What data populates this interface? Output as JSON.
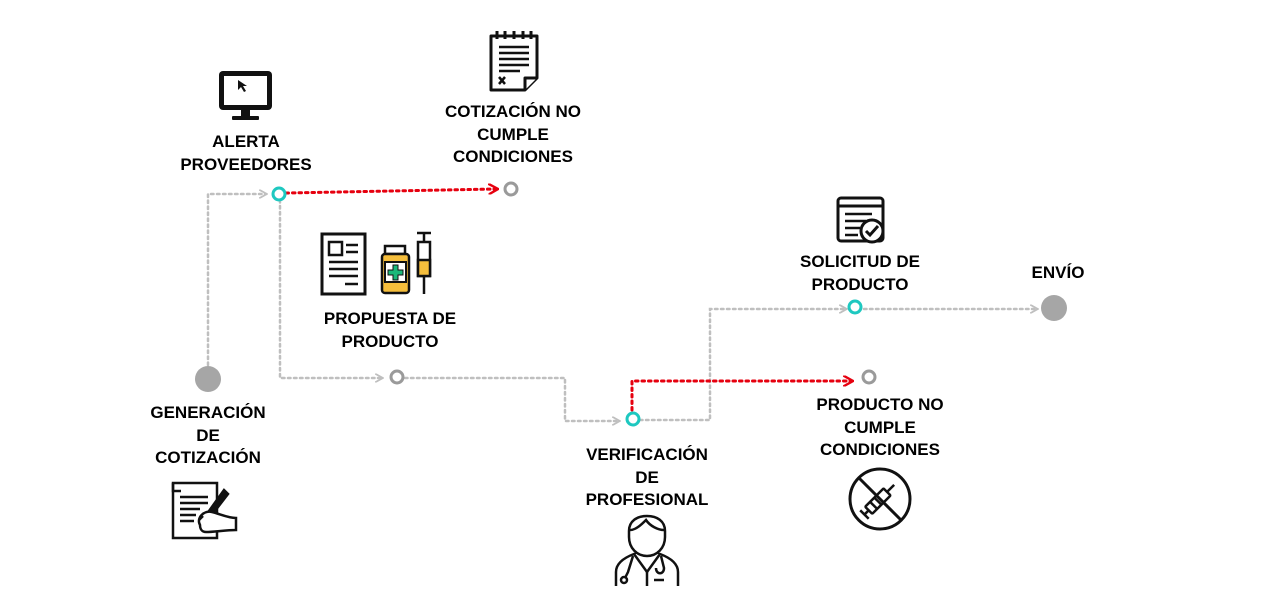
{
  "colors": {
    "flow_line": "#bfbfbf",
    "reject_line": "#e6000f",
    "active_node": "#1ec8c0",
    "pending_node": "#9a9a9a",
    "terminal_node": "#a6a6a6",
    "icon": "#111111",
    "vial_fill": "#f5be3c"
  },
  "nodes": {
    "generacion": {
      "lines": [
        "GENERACIÓN",
        "DE",
        "COTIZACIÓN"
      ],
      "icon": "document-signing-icon"
    },
    "alerta": {
      "lines": [
        "ALERTA",
        "PROVEEDORES"
      ],
      "icon": "monitor-cursor-icon"
    },
    "cotizacion_no": {
      "lines": [
        "COTIZACIÓN NO",
        "CUMPLE",
        "CONDICIONES"
      ],
      "icon": "rejected-list-icon"
    },
    "propuesta": {
      "lines": [
        "PROPUESTA DE",
        "PRODUCTO"
      ],
      "icon": "product-proposal-icon"
    },
    "verificacion": {
      "lines": [
        "VERIFICACIÓN",
        "DE",
        "PROFESIONAL"
      ],
      "icon": "doctor-icon"
    },
    "solicitud": {
      "lines": [
        "SOLICITUD DE",
        "PRODUCTO"
      ],
      "icon": "approved-form-icon"
    },
    "envio": {
      "lines": [
        "ENVÍO"
      ]
    },
    "producto_no": {
      "lines": [
        "PRODUCTO NO",
        "CUMPLE",
        "CONDICIONES"
      ],
      "icon": "no-medication-icon"
    }
  }
}
